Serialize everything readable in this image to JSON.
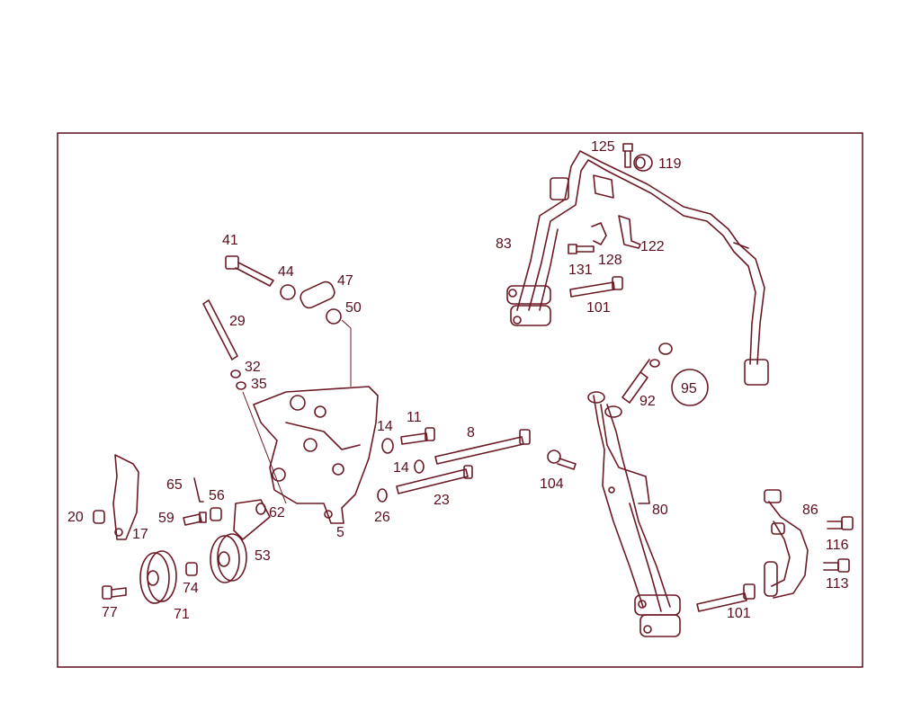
{
  "colors": {
    "line": "#6b1a24",
    "text": "#5a0f1c",
    "background": "#ffffff"
  },
  "labels": {
    "p125": "125",
    "p119": "119",
    "p83": "83",
    "p128": "128",
    "p122": "122",
    "p131": "131",
    "p101a": "101",
    "p41": "41",
    "p44": "44",
    "p47": "47",
    "p50": "50",
    "p29": "29",
    "p32": "32",
    "p35": "35",
    "p95": "95",
    "p92": "92",
    "p14a": "14",
    "p11": "11",
    "p8": "8",
    "p14b": "14",
    "p104": "104",
    "p23": "23",
    "p26": "26",
    "p5": "5",
    "p80": "80",
    "p86": "86",
    "p116": "116",
    "p113": "113",
    "p101b": "101",
    "p65": "65",
    "p56": "56",
    "p20": "20",
    "p59": "59",
    "p62": "62",
    "p17": "17",
    "p53": "53",
    "p74": "74",
    "p77": "77",
    "p71": "71"
  }
}
